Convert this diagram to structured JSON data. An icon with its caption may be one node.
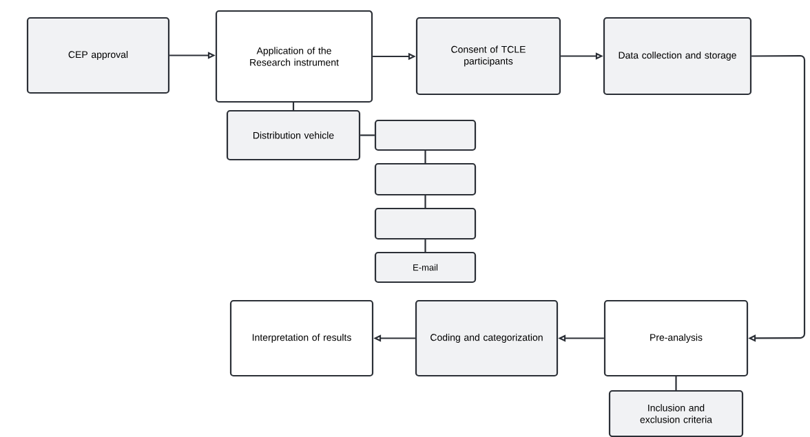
{
  "diagram": {
    "nodes": [
      {
        "text": [
          "CEP approval"
        ]
      },
      {
        "text": [
          "Application of the Research instrument"
        ]
      },
      {
        "text": [
          "Consent of TCLE participants"
        ]
      },
      {
        "text": [
          "Data collection and storage"
        ]
      },
      {
        "text": [
          "Distribution vehicle"
        ]
      },
      {
        "text": [],
        "shape": "box"
      },
      {
        "text": [],
        "shape": "box"
      },
      {
        "text": [],
        "shape": "box"
      },
      {
        "text": [
          "E-mail"
        ]
      },
      {
        "text": [
          "Interpretation of results"
        ]
      },
      {
        "text": [
          "Coding and categorization"
        ]
      },
      {
        "text": [
          "Pre-analysis"
        ]
      },
      {
        "text": [
          "Inclusion and exclusion criteria"
        ]
      }
    ],
    "edges": [
      {
        "from": 0,
        "to": 1,
        "arrow": "to"
      },
      {
        "from": 1,
        "to": 2,
        "arrow": "to"
      },
      {
        "from": 2,
        "to": 3,
        "arrow": "to"
      },
      {
        "from": 3,
        "to": 11,
        "arrow": "to"
      },
      {
        "from": 11,
        "to": 10,
        "arrow": "to"
      },
      {
        "from": 10,
        "to": 9,
        "arrow": "to"
      },
      {
        "from": 1,
        "to": 4,
        "arrow": "none"
      },
      {
        "from": 4,
        "to": 5,
        "arrow": "none"
      },
      {
        "from": 5,
        "to": 6,
        "arrow": "none"
      },
      {
        "from": 6,
        "to": 7,
        "arrow": "none"
      },
      {
        "from": 7,
        "to": 8,
        "arrow": "none"
      },
      {
        "from": 11,
        "to": 12,
        "arrow": "none"
      }
    ]
  }
}
